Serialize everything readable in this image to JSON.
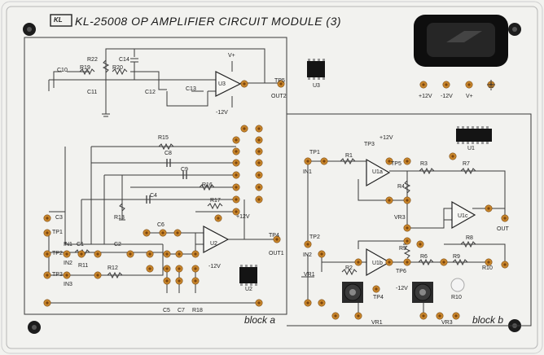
{
  "panel": {
    "logo": "KL",
    "title": "KL-25008 OP AMPLIFIER CIRCUIT MODULE (3)",
    "block_a": "block a",
    "block_b": "block b"
  },
  "labels": {
    "c10": "C10",
    "r19": "R19",
    "r22": "R22",
    "c14": "C14",
    "r20": "R20",
    "c11": "C11",
    "c12": "C12",
    "c13": "C13",
    "u3": "U3",
    "u3_chip": "U3",
    "vplus_top": "V+",
    "minus12_top": "-12V",
    "tp5_top": "TP5",
    "out2": "OUT2",
    "p12v": "+12V",
    "m12v": "-12V",
    "vplus": "V+",
    "r15": "R15",
    "c8": "C8",
    "c9": "C9",
    "r16": "R16",
    "r17": "R17",
    "r13": "R13",
    "c4": "C4",
    "c6": "C6",
    "c3": "C3",
    "tp1": "TP1",
    "in1": "IN1",
    "c1": "C1",
    "r11": "R11",
    "tp2": "TP2",
    "in2": "IN2",
    "c2": "C2",
    "tp3": "TP3",
    "in3": "IN3",
    "r12": "R12",
    "u2": "U2",
    "u2_chip": "U2",
    "tp4": "TP4",
    "out1": "OUT1",
    "p12v_a": "+12V",
    "m12v_a": "-12V",
    "c5": "C5",
    "c7": "C7",
    "r18": "R18",
    "b_tp1": "TP1",
    "b_in1": "IN1",
    "r1": "R1",
    "tp3b": "TP3",
    "p12vb": "+12V",
    "u1a": "U1a",
    "tp5b": "TP5",
    "r3": "R3",
    "r7": "R7",
    "r4": "R4",
    "vr3": "VR3",
    "u1c": "U1c",
    "out": "OUT",
    "r8": "R8",
    "u1": "U1",
    "b_tp2": "TP2",
    "b_in2": "IN2",
    "vr1": "VR1",
    "r2": "R2",
    "u1b": "U1b",
    "r5": "R5",
    "tp6": "TP6",
    "r6": "R6",
    "r9": "R9",
    "r10": "R10",
    "tp4b": "TP4",
    "m12vb": "-12V",
    "vr1_knob": "VR1",
    "vr3_knob": "VR3",
    "r10_knob": "R10"
  },
  "colors": {
    "panel_bg": "#f2f2ef",
    "line": "#3a3a3a",
    "pin": "#c9862b",
    "pin_center": "#7a4510",
    "screw": "#1c1c1c"
  }
}
